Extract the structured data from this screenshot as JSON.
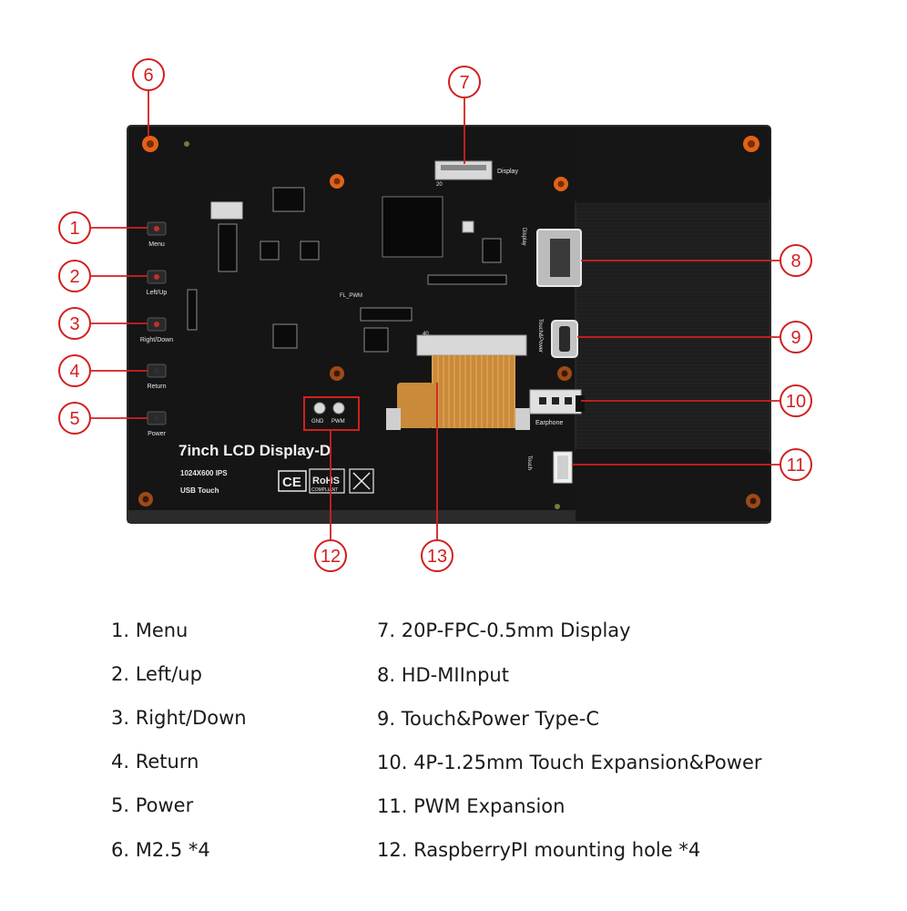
{
  "callouts": [
    "1",
    "2",
    "3",
    "4",
    "5",
    "6",
    "7",
    "8",
    "9",
    "10",
    "11",
    "12",
    "13"
  ],
  "board": {
    "title": "7inch LCD Display-D",
    "resolution": "1024X600 IPS",
    "touch": "USB Touch",
    "button_labels": [
      "Menu",
      "Left/Up",
      "Right/Down",
      "Return",
      "Power"
    ],
    "fpc_label": "Display",
    "fpc_pin_start": "20",
    "fpc40_pin": "40",
    "hdmi_label": "Display",
    "typec_label": "Touch&Power",
    "earphone_label": "Earphone",
    "touch_label": "Touch",
    "pin_labels": [
      "GND",
      "PWM"
    ],
    "cert_marks": [
      "CE",
      "RoHS",
      "COMPLIANT"
    ],
    "ic_label": "FL_PWM"
  },
  "legend_left": [
    "1. Menu",
    "2. Left/up",
    "3. Right/Down",
    "4. Return",
    "5. Power",
    "6. M2.5 *4"
  ],
  "legend_right": [
    "7. 20P-FPC-0.5mm Display",
    "8. HD-MIInput",
    "9. Touch&Power Type-C",
    "10. 4P-1.25mm Touch Expansion&Power",
    "11. PWM Expansion",
    "12. RaspberryPI mounting hole *4"
  ],
  "colors": {
    "accent": "#d21f1f",
    "board": "#141414",
    "copper": "#c47a28",
    "mount": "#e0621a",
    "panel": "#202020"
  }
}
